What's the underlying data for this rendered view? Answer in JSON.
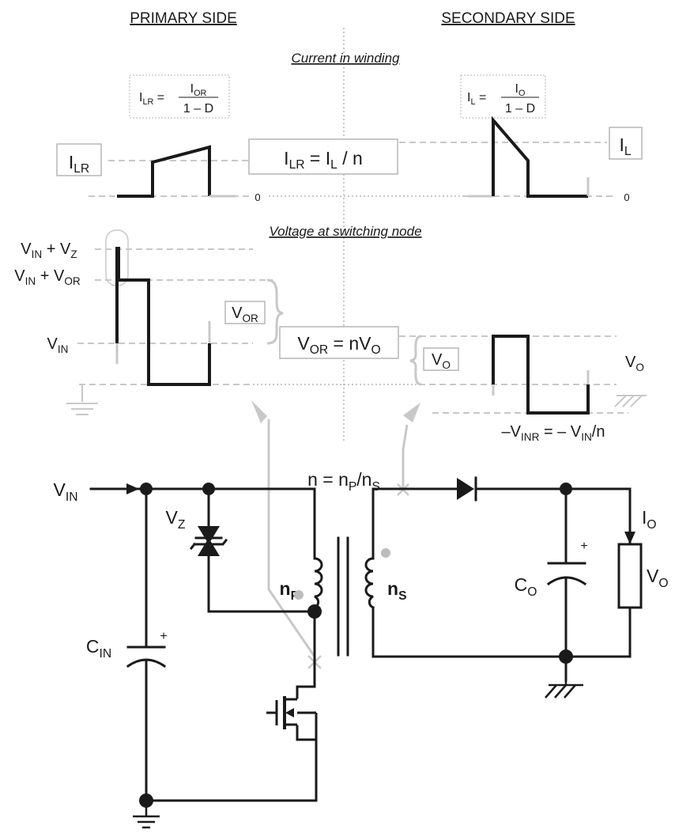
{
  "headers": {
    "primary": "PRIMARY SIDE",
    "secondary": "SECONDARY SIDE"
  },
  "sections": {
    "current": "Current in winding",
    "voltage": "Voltage at switching node"
  },
  "current": {
    "ilr_formula_lhs": "I",
    "ilr_formula_lhs_sub": "LR",
    "ilr_formula_num": "I",
    "ilr_formula_num_sub": "OR",
    "ilr_formula_den": "1 – D",
    "il_formula_lhs": "I",
    "il_formula_lhs_sub": "L",
    "il_formula_num": "I",
    "il_formula_num_sub": "O",
    "il_formula_den": "1 – D",
    "ilr_label": "I",
    "ilr_label_sub": "LR",
    "il_label": "I",
    "il_label_sub": "L",
    "relation_a": "I",
    "relation_a_sub": "LR",
    "relation_b": " = I",
    "relation_b_sub": "L",
    "relation_c": " / n",
    "zero_primary": "0",
    "zero_secondary": "0"
  },
  "voltage": {
    "vin_vz": "V",
    "vin_vz_sub": "IN",
    "vin_vz_mid": " + V",
    "vin_vz_sub2": "Z",
    "vin_vor": "V",
    "vin_vor_sub": "IN",
    "vin_vor_mid": " + V",
    "vin_vor_sub2": "OR",
    "vin": "V",
    "vin_sub": "IN",
    "vor_box": "V",
    "vor_box_sub": "OR",
    "vo_box": "V",
    "vo_box_sub": "O",
    "relation_a": "V",
    "relation_a_sub": "OR",
    "relation_b": " = nV",
    "relation_b_sub": "O",
    "vo_label": "V",
    "vo_label_sub": "O",
    "vinr_a": "–V",
    "vinr_a_sub": "INR",
    "vinr_b": " = – V",
    "vinr_b_sub": "IN",
    "vinr_c": "/n"
  },
  "circuit": {
    "vin": "V",
    "vin_sub": "IN",
    "ratio_a": "n = n",
    "ratio_a_sub": "P",
    "ratio_b": "/n",
    "ratio_b_sub": "S",
    "vz": "V",
    "vz_sub": "Z",
    "np": "n",
    "np_sub": "P",
    "ns": "n",
    "ns_sub": "S",
    "cin": "C",
    "cin_sub": "IN",
    "cin_plus": "+",
    "co": "C",
    "co_sub": "O",
    "co_plus": "+",
    "io": "I",
    "io_sub": "O",
    "vo": "V",
    "vo_sub": "O"
  }
}
